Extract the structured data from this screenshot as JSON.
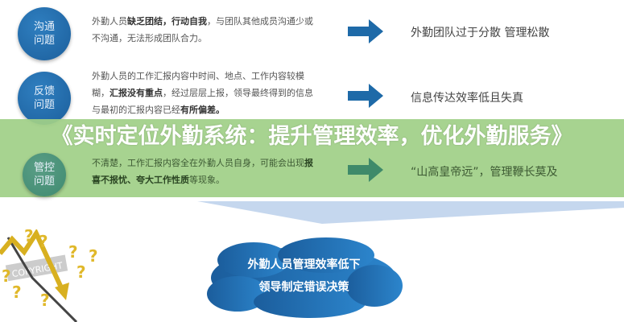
{
  "rows": [
    {
      "circle": "沟通问题",
      "desc_parts": [
        "外勤人员",
        "缺乏团结，行动自我",
        "，与团队其他成员沟通少或不沟通，无法形成团队合力。"
      ],
      "result": "外勤团队过于分散 管理松散"
    },
    {
      "circle": "反馈问题",
      "desc_parts": [
        "外勤人员的工作汇报内容中时间、地点、工作内容较模糊，",
        "汇报没有重点",
        "，经过层层上报，领导最终得到的信息与最初的汇报内容已经",
        "有所偏差。"
      ],
      "result": "信息传达效率低且失真"
    },
    {
      "circle": "管控问题",
      "desc_parts": [
        "不清楚，工作汇报内容全在外勤人员自身，可能会出现",
        "报喜不报忧、夸大工作性质",
        "等现象。"
      ],
      "result": "“山高皇帝远”，管理鞭长莫及"
    }
  ],
  "title": "《实时定位外勤系统：提升管理效率，优化外勤服务》",
  "cloud": {
    "line1": "外勤人员管理效率低下",
    "line2": "领导制定错误决策"
  },
  "image_label": "COPYRIGHT",
  "colors": {
    "circle": "#1f66a6",
    "band": "#a8d08d",
    "arrow": "#1e6aa8"
  }
}
